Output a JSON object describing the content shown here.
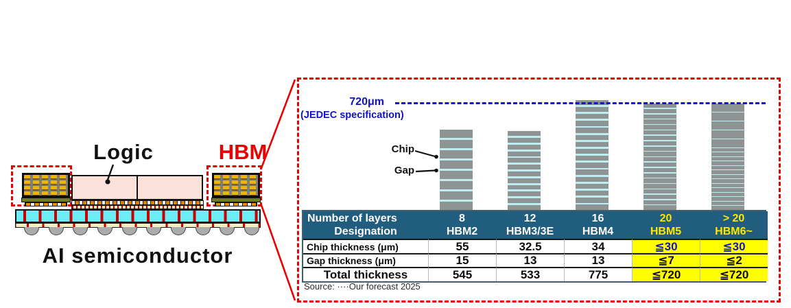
{
  "left_diagram": {
    "logic_label": "Logic",
    "hbm_label": "HBM",
    "caption": "AI semiconductor"
  },
  "inset_panel": {
    "chip_callout": "Chip",
    "gap_callout": "Gap",
    "colors": {
      "header_bg": "#215d7e",
      "highlight_bg": "#ffff00",
      "highlight_blue_text": "#1414cc",
      "reference_blue": "#1414cc",
      "accent_red": "#ea0000",
      "chip_gray": "#8e9494",
      "gap_cyan": "#bfeef2"
    }
  },
  "table": {
    "header_rows": [
      "Number of layers",
      "Designation"
    ],
    "body_rows": [
      "Chip thickness (μm)",
      "Gap thickness (μm)",
      "Total thickness"
    ]
  },
  "chart_data": {
    "type": "bar",
    "title": "",
    "categories": [
      "HBM2",
      "HBM3/3E",
      "HBM4",
      "HBM5",
      "HBM6~"
    ],
    "number_of_layers": [
      "8",
      "12",
      "16",
      "20",
      "> 20"
    ],
    "chip_thickness_um": [
      "55",
      "32.5",
      "34",
      "≦30",
      "≦30"
    ],
    "gap_thickness_um": [
      "15",
      "13",
      "13",
      "≦7",
      "≦2"
    ],
    "total_thickness_um": [
      "545",
      "533",
      "775",
      "≦720",
      "≦720"
    ],
    "highlighted": [
      false,
      false,
      false,
      true,
      true
    ],
    "reference_line": {
      "value_um": 720,
      "label": "720μm",
      "sublabel": "(JEDEC specification)"
    },
    "bar_draw": {
      "layers_drawn": [
        8,
        12,
        16,
        20,
        24
      ],
      "chip_um": [
        55,
        32.5,
        34,
        30,
        26
      ],
      "gap_um": [
        15,
        13,
        13,
        7,
        4
      ],
      "height_um": [
        545,
        533,
        745,
        720,
        720
      ]
    },
    "legend_position": "none",
    "grid": false,
    "source": "Source: ····Our forecast 2025"
  }
}
